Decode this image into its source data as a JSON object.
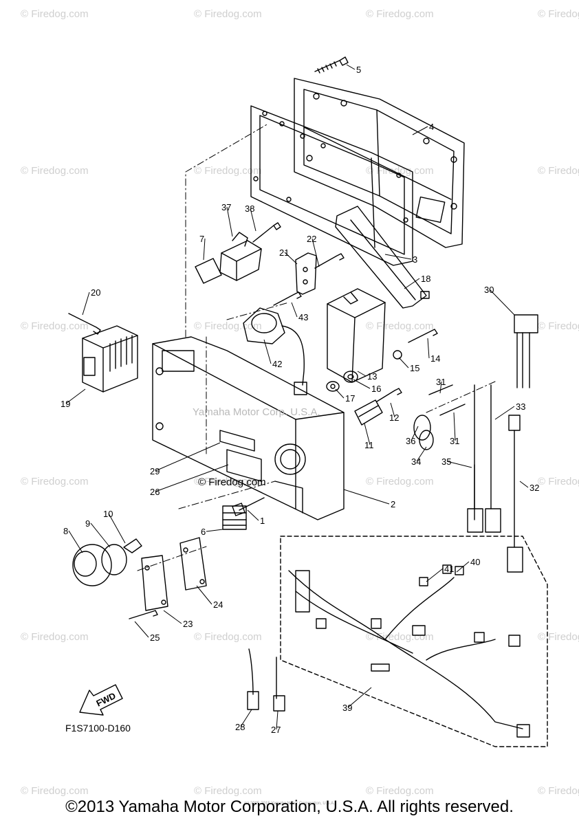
{
  "diagram": {
    "callouts": [
      "1",
      "2",
      "3",
      "4",
      "5",
      "6",
      "7",
      "8",
      "9",
      "10",
      "11",
      "12",
      "13",
      "14",
      "15",
      "16",
      "17",
      "18",
      "19",
      "20",
      "21",
      "22",
      "23",
      "24",
      "25",
      "26",
      "27",
      "28",
      "29",
      "30",
      "31",
      "31",
      "32",
      "33",
      "34",
      "35",
      "36",
      "37",
      "38",
      "39",
      "40",
      "41",
      "42",
      "43"
    ],
    "figure_code": "F1S7100-D160",
    "fwd_label": "FWD",
    "body_watermark": "Yamaha Motor Corp. U.S.A.",
    "center_watermark": "© Firedog.com"
  },
  "watermark": {
    "text": "© Firedog.com"
  },
  "footer": {
    "copyright": "©2013 Yamaha Motor Corporation, U.S.A. All rights reserved.",
    "tiny_text": "(c) 2005-2015 Yamaha Motor Corporation, U.S.A."
  }
}
